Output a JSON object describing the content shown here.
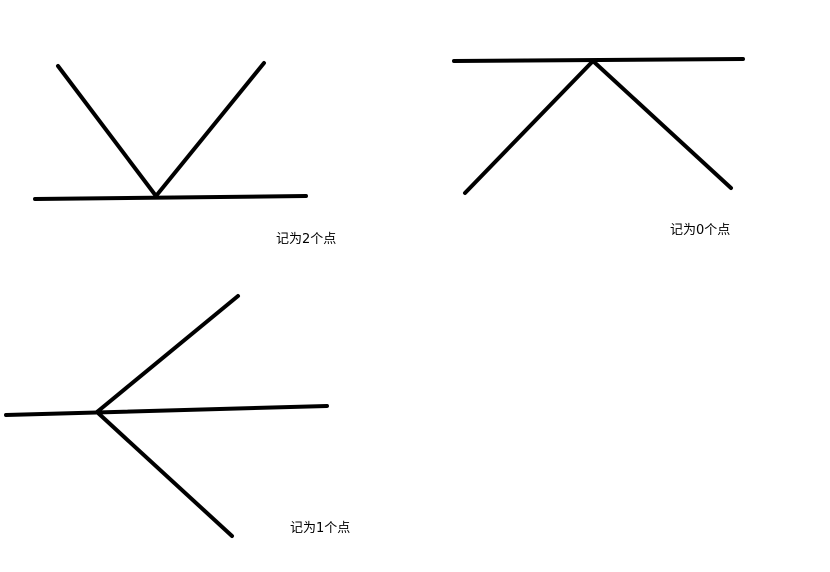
{
  "diagrams": [
    {
      "caption": "记为2个点"
    },
    {
      "caption": "记为0个点"
    },
    {
      "caption": "记为1个点"
    }
  ],
  "colors": {
    "ink": "#000000",
    "background": "#ffffff"
  }
}
